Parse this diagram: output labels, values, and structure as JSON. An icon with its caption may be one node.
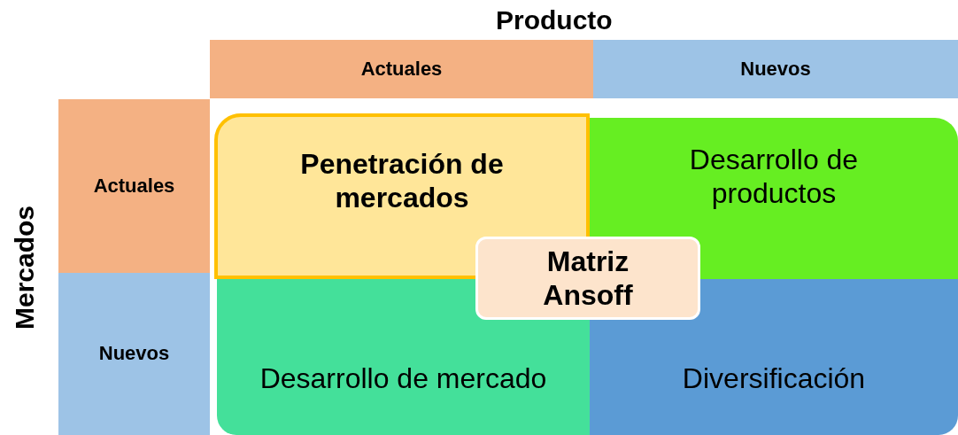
{
  "diagram": {
    "nodes": [
      {
        "text": [
          "Actuales"
        ]
      },
      {
        "text": [
          "Nuevos"
        ]
      },
      {
        "text": [
          "Actuales"
        ]
      },
      {
        "text": [
          "Nuevos"
        ]
      },
      {
        "text": [
          "Penetración de mercados"
        ]
      },
      {
        "text": [
          "Desarrollo de productos"
        ]
      },
      {
        "text": [
          "Desarrollo de mercado"
        ]
      },
      {
        "text": [
          "Diversificación"
        ]
      },
      {
        "text": [
          "Matriz Ansoff"
        ]
      }
    ],
    "labels": [
      "Producto",
      "Mercados"
    ]
  }
}
